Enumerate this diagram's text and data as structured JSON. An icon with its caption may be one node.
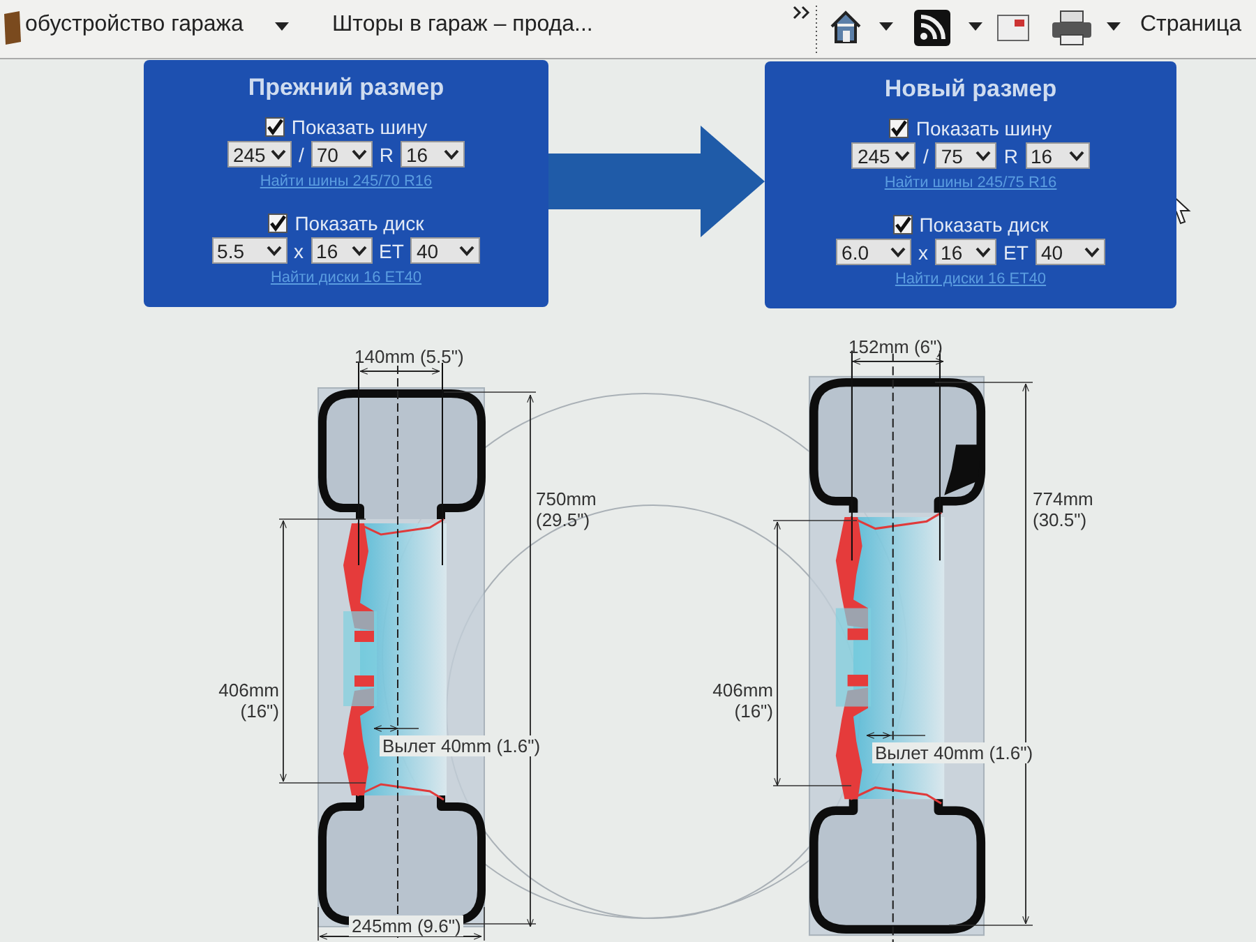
{
  "diagram": {
    "nodes": [
      {
        "text": [
          "Прежний размер",
          "Показать шину",
          "245",
          "/",
          "70",
          "R",
          "16",
          "Найти шины 245/70 R16",
          "Показать диск",
          "5.5",
          "x",
          "16",
          "ET",
          "40",
          "Найти диски 16 ET40"
        ]
      },
      {
        "text": [
          "Новый размер",
          "Показать шину",
          "245",
          "/",
          "75",
          "R",
          "16",
          "Найти шины 245/75 R16",
          "Показать диск",
          "6.0",
          "x",
          "16",
          "ET",
          "40",
          "Найти диски 16 ET40"
        ]
      }
    ],
    "edges": [
      {
        "from": 0,
        "to": 1,
        "arrow": "to"
      }
    ],
    "labels": [
      "обустройство гаража",
      "Шторы в гараж – прода...",
      "Страница",
      "140mm (5.5\")",
      "750mm (29.5\")",
      "406mm (16\")",
      "Вылет 40mm (1.6\")",
      "245mm (9.6\")",
      "152mm (6\")",
      "774mm (30.5\")",
      "406mm (16\")",
      "Вылет 40mm (1.6\")"
    ]
  }
}
